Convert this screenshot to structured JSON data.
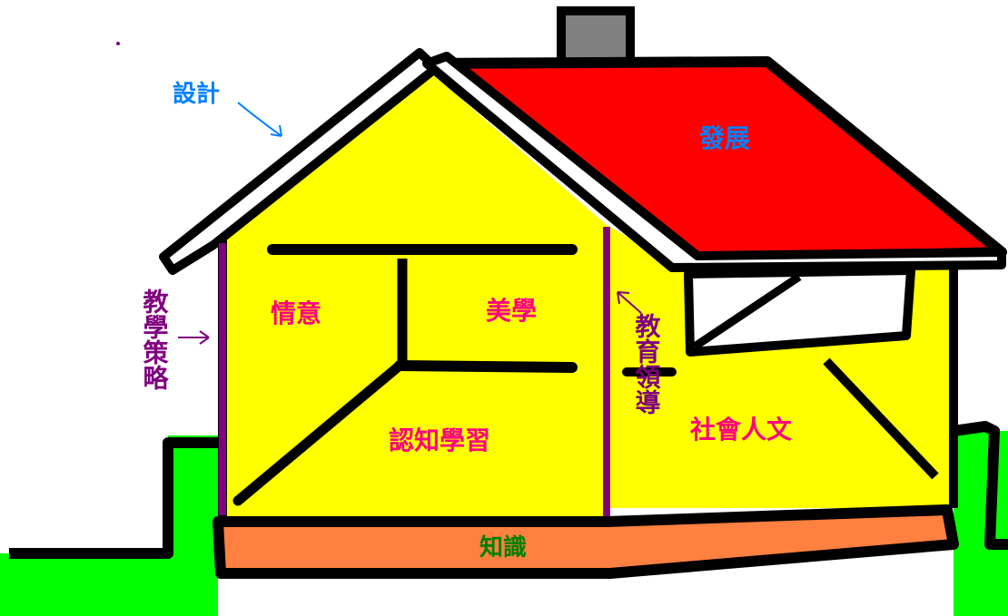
{
  "labels": {
    "design": "設計",
    "development": "發展",
    "emotion": "情意",
    "aesthetics": "美學",
    "cognitive_learning": "認知學習",
    "social_humanities": "社會人文",
    "knowledge": "知識",
    "teaching_strategy": "教學策略",
    "educational_leadership": "教育領導"
  },
  "colors": {
    "ground": "#00FF00",
    "house_wall": "#FFFF00",
    "roof": "#FF0000",
    "foundation": "#FF8040",
    "chimney": "#808080",
    "pillar": "#800080",
    "design_text": "#0080FF",
    "development_text": "#0080FF",
    "room_text": "#FF0080",
    "knowledge_text": "#008000",
    "strategy_text": "#800080"
  }
}
